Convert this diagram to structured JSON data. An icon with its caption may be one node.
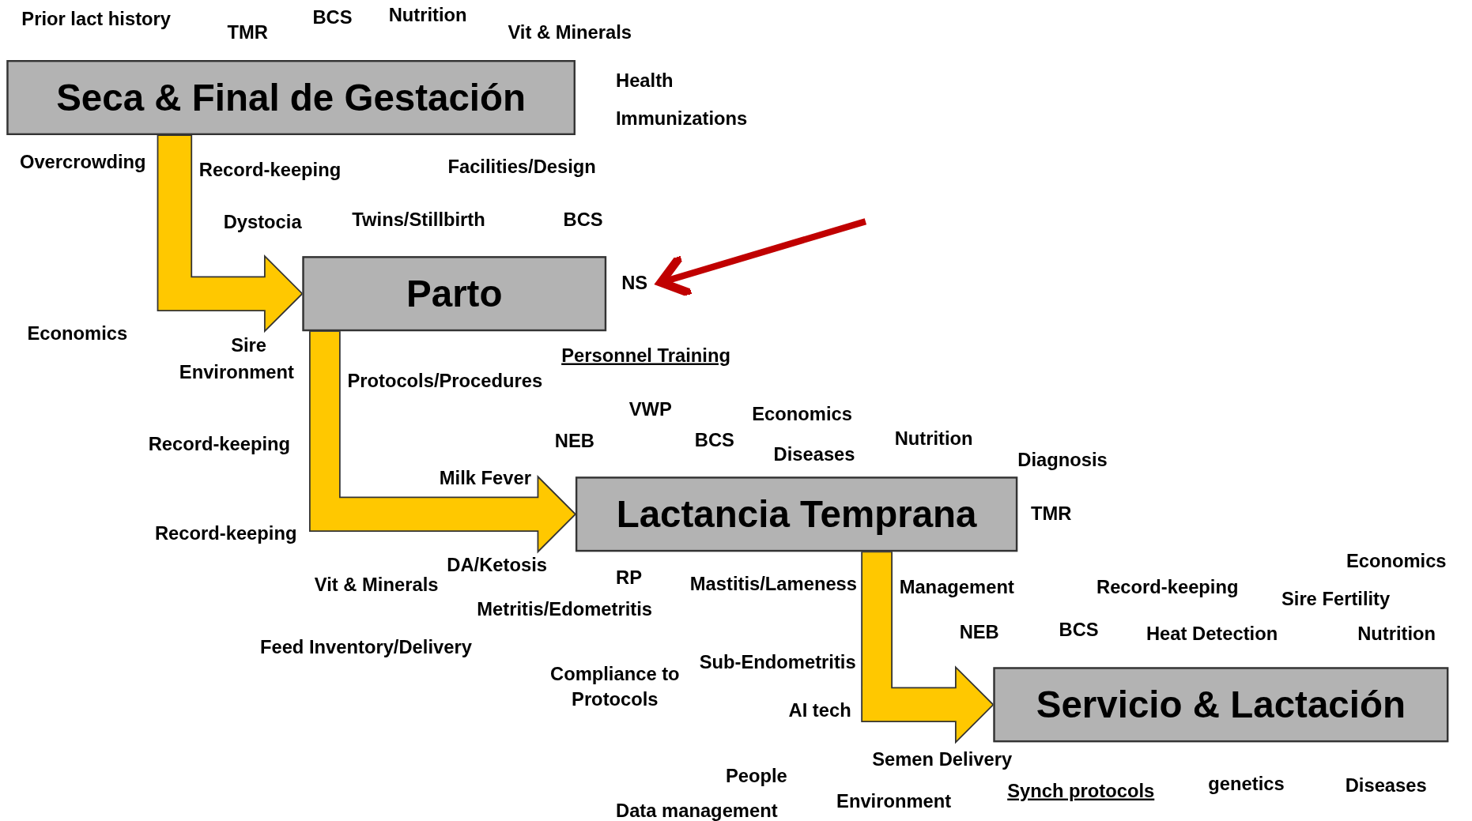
{
  "diagram": {
    "nodes": [
      {
        "text": [
          "Seca & Final de Gestación"
        ]
      },
      {
        "text": [
          "Parto"
        ]
      },
      {
        "text": [
          "Lactancia Temprana"
        ]
      },
      {
        "text": [
          "Servicio & Lactación"
        ]
      },
      {
        "text": [
          "NS"
        ]
      }
    ],
    "edges": [
      {
        "from": 0,
        "to": 1,
        "arrow": "to"
      },
      {
        "from": 1,
        "to": 2,
        "arrow": "to"
      },
      {
        "from": 2,
        "to": 3,
        "arrow": "to"
      },
      {
        "from": null,
        "to": 4,
        "arrow": "to",
        "color": "#c00000"
      }
    ],
    "labels": [
      "Prior lact history",
      "TMR",
      "BCS",
      "Nutrition",
      "Vit & Minerals",
      "Health",
      "Immunizations",
      "Overcrowding",
      "Record-keeping",
      "Facilities/Design",
      "Dystocia",
      "Twins/Stillbirth",
      "BCS",
      "Sire",
      "Economics",
      "Personnel Training",
      "Environment",
      "Protocols/Procedures",
      "VWP",
      "Economics",
      "Record-keeping",
      "NEB",
      "BCS",
      "Nutrition",
      "Diseases",
      "Diagnosis",
      "Milk Fever",
      "TMR",
      "Record-keeping",
      "DA/Ketosis",
      "Economics",
      "Vit & Minerals",
      "RP",
      "Mastitis/Lameness",
      "Management",
      "Record-keeping",
      "Sire Fertility",
      "Metritis/Edometritis",
      "NEB",
      "BCS",
      "Heat Detection",
      "Nutrition",
      "Feed Inventory/Delivery",
      "Compliance to Protocols",
      "Sub-Endometritis",
      "AI tech",
      "Semen Delivery",
      "People",
      "Environment",
      "Synch protocols",
      "genetics",
      "Diseases",
      "Data management"
    ]
  }
}
